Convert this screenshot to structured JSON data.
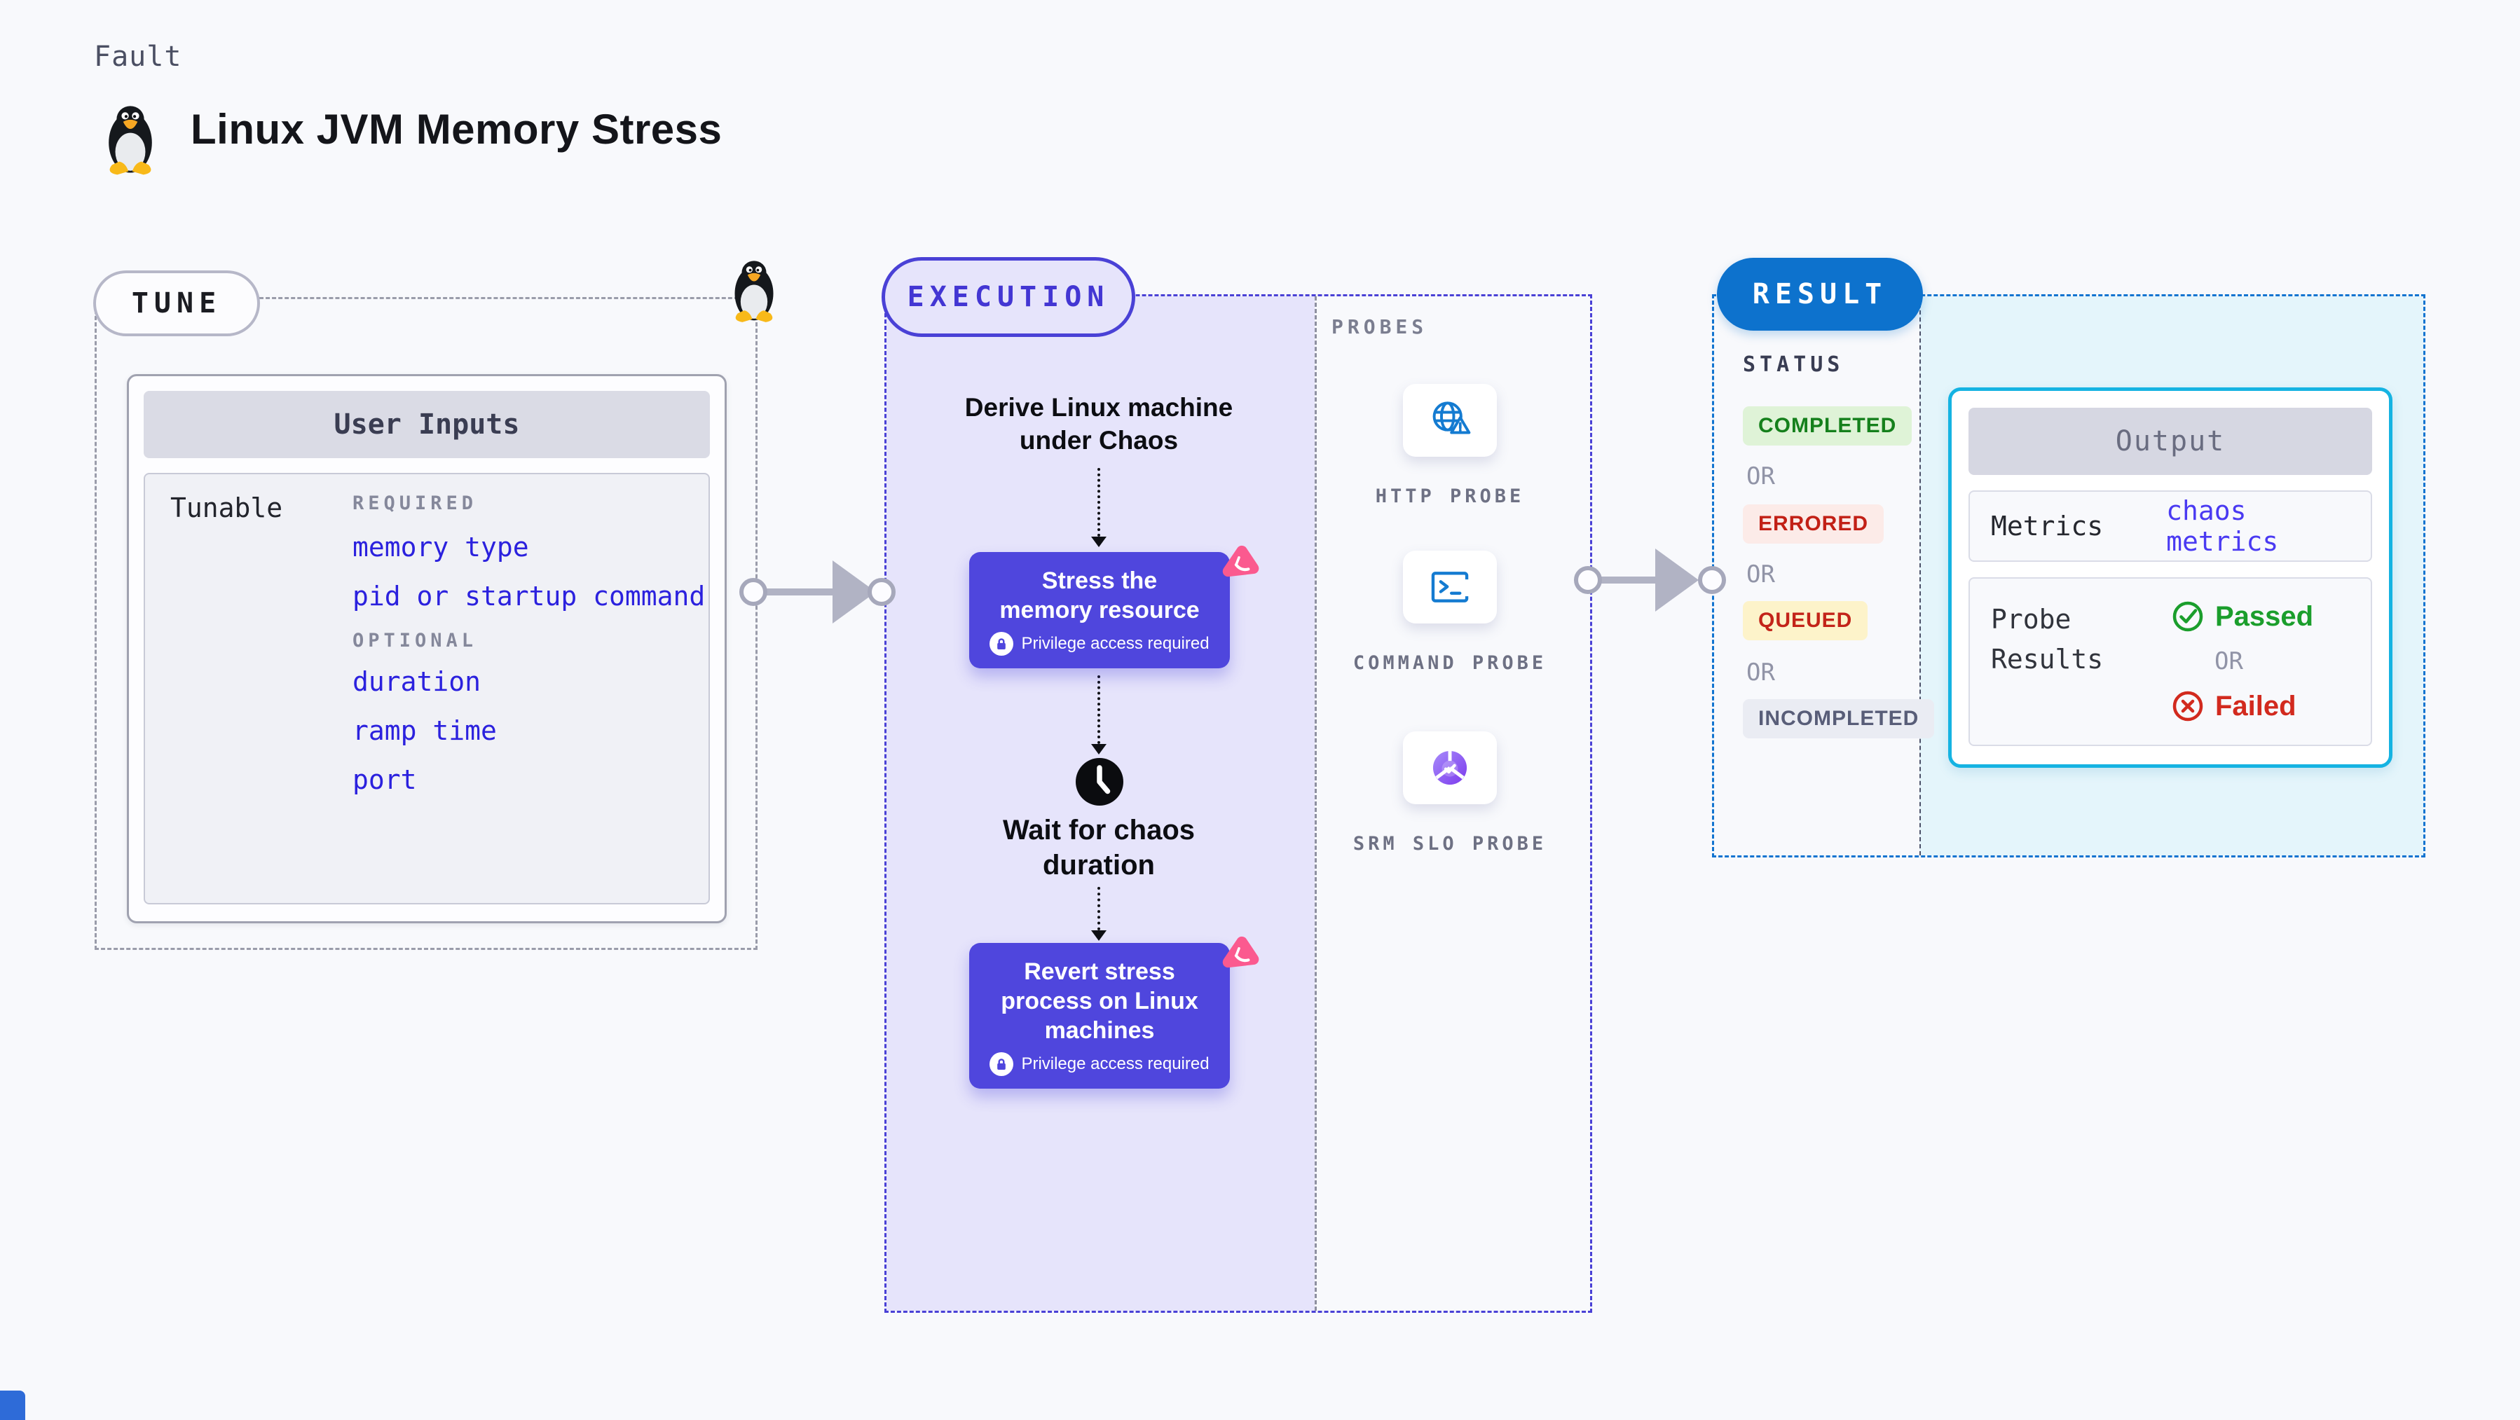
{
  "header": {
    "kicker": "Fault",
    "title": "Linux JVM Memory Stress"
  },
  "tune": {
    "badge": "TUNE",
    "panel_title": "User Inputs",
    "row_label": "Tunable",
    "required_label": "REQUIRED",
    "required_items": [
      "memory type",
      "pid or startup command"
    ],
    "optional_label": "OPTIONAL",
    "optional_items": [
      "duration",
      "ramp time",
      "port"
    ]
  },
  "execution": {
    "badge": "EXECUTION",
    "derive_label": "Derive Linux machine under Chaos",
    "stress_label": "Stress the memory resource",
    "wait_label": "Wait for chaos duration",
    "revert_label": "Revert stress process on Linux machines",
    "privilege_label": "Privilege access required"
  },
  "probes": {
    "label": "PROBES",
    "items": [
      {
        "name": "HTTP PROBE",
        "icon": "globe-alert-icon"
      },
      {
        "name": "COMMAND PROBE",
        "icon": "terminal-icon"
      },
      {
        "name": "SRM SLO PROBE",
        "icon": "slo-donut-icon"
      }
    ]
  },
  "result": {
    "badge": "RESULT",
    "status_label": "STATUS",
    "or_label": "OR",
    "statuses": [
      "COMPLETED",
      "ERRORED",
      "QUEUED",
      "INCOMPLETED"
    ],
    "output": {
      "title": "Output",
      "metrics_label": "Metrics",
      "metrics_value": "chaos metrics",
      "probe_results_label": "Probe Results",
      "passed_label": "Passed",
      "failed_label": "Failed"
    }
  },
  "icons": [
    "linux-penguin-icon",
    "chaos-pink-icon",
    "lock-icon",
    "clock-icon",
    "globe-alert-icon",
    "terminal-icon",
    "slo-donut-icon",
    "check-circle-icon",
    "x-circle-icon"
  ],
  "colors": {
    "accent_indigo": "#4a41d6",
    "accent_blue": "#0d72cd",
    "accent_cyan": "#15b3e2",
    "node_purple": "#4f46dd",
    "input_link_blue": "#2b21de",
    "metrics_link_blue": "#4a3af2",
    "passed_green": "#1b9e2c",
    "failed_red": "#d22a1e",
    "completed_green": "#15801c",
    "errored_red": "#c22016",
    "queued_yellow_bg": "#fdf3ca",
    "pink": "#fb5a8f",
    "lavender_bg": "#e6e4fb",
    "cyan_bg": "#e4f5fb"
  }
}
